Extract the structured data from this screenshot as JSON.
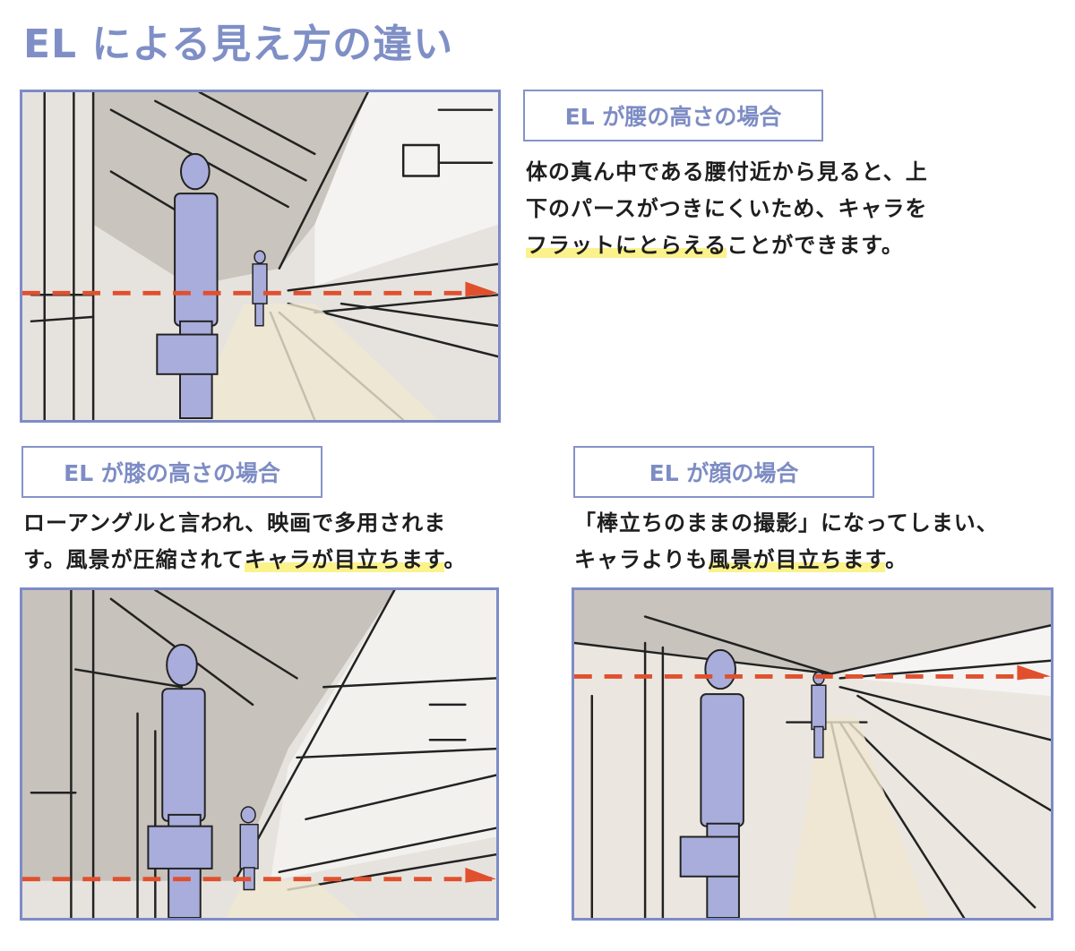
{
  "title": "EL による見え方の違い",
  "sections": {
    "waist": {
      "label": "EL が腰の高さの場合",
      "lines": [
        {
          "before": "体の真ん中である腰付近から見ると、上",
          "highlight": "",
          "after": ""
        },
        {
          "before": "下のパースがつきにくいため、キャラを",
          "highlight": "",
          "after": ""
        },
        {
          "before": "",
          "highlight": "フラットにとらえる",
          "after": "ことができます。"
        }
      ]
    },
    "knee": {
      "label": "EL が膝の高さの場合",
      "lines": [
        {
          "before": "ローアングルと言われ、映画で多用されま",
          "highlight": "",
          "after": ""
        },
        {
          "before": "す。風景が圧縮されて",
          "highlight": "キャラが目立ちます",
          "after": "。"
        }
      ]
    },
    "face": {
      "label": "EL が顔の場合",
      "lines": [
        {
          "before": "「棒立ちのままの撮影」になってしまい、",
          "highlight": "",
          "after": ""
        },
        {
          "before": "キャラよりも",
          "highlight": "風景が目立ちます",
          "after": "。"
        }
      ]
    }
  },
  "colors": {
    "accent": "#7f8fc6",
    "frame": "#7d8bc7",
    "highlight": "#fbf28c",
    "eye_level_line": "#e0502e",
    "figure": "#a9addb"
  }
}
